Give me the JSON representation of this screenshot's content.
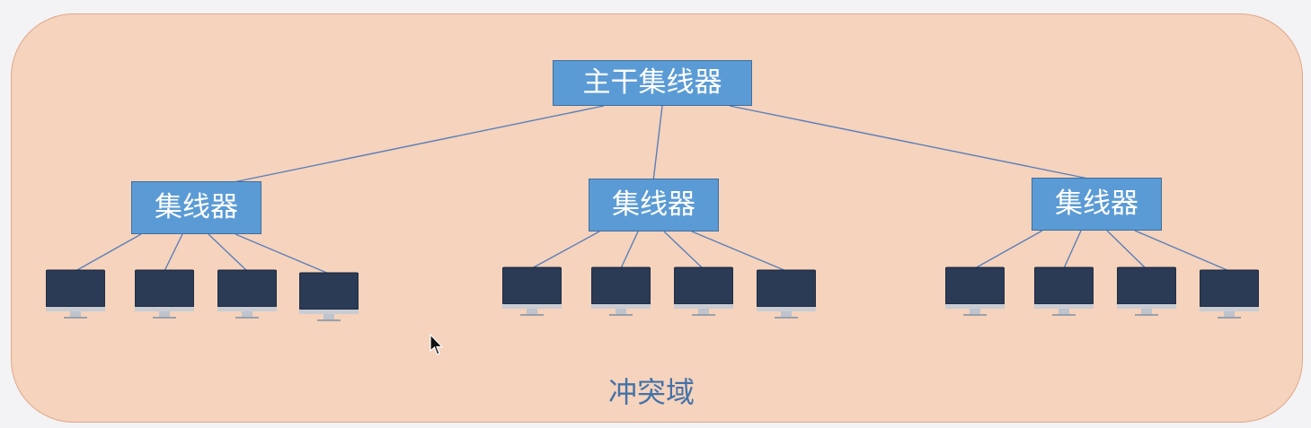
{
  "diagram": {
    "main_hub": {
      "label": "主干集线器"
    },
    "hubs": [
      {
        "label": "集线器"
      },
      {
        "label": "集线器"
      },
      {
        "label": "集线器"
      }
    ],
    "computers_per_hub": 4,
    "domain_label": "冲突域",
    "colors": {
      "domain_fill": "#f5d3bd",
      "hub_fill": "#5b9bd5",
      "hub_text": "#ffffff",
      "link": "#5b7fb8",
      "monitor_screen": "#2b3a55",
      "label": "#4472a8"
    }
  }
}
